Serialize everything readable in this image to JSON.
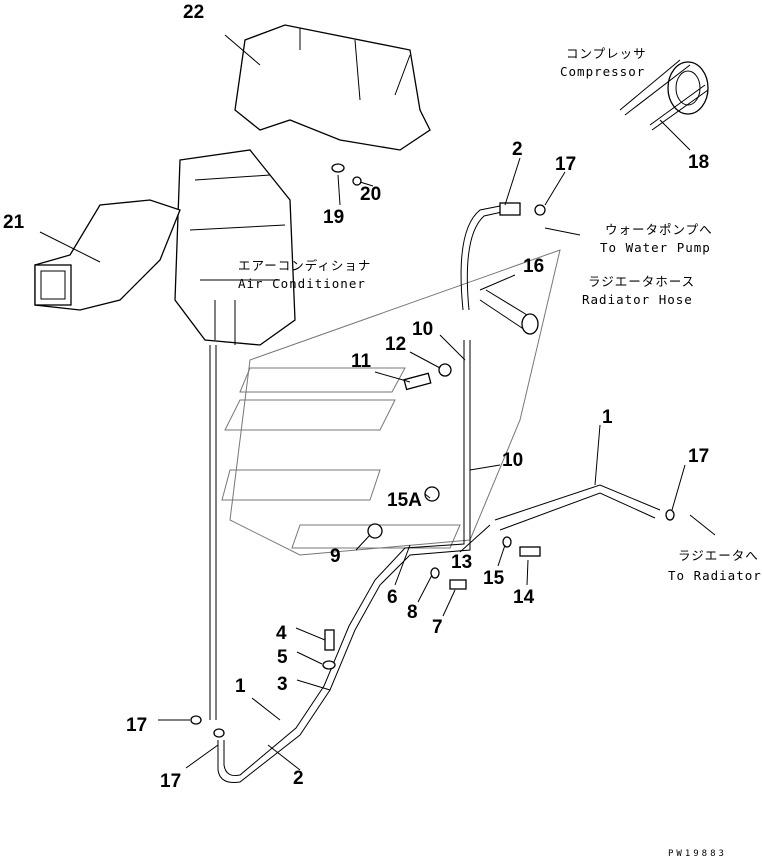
{
  "diagram": {
    "drawing_code": "PW19883",
    "callouts": {
      "c22": "22",
      "c21": "21",
      "c20": "20",
      "c19": "19",
      "c2a": "2",
      "c17a": "17",
      "c18": "18",
      "c16": "16",
      "c10a": "10",
      "c12": "12",
      "c11": "11",
      "c10b": "10",
      "c1a": "1",
      "c17b": "17",
      "c15A": "15A",
      "c9": "9",
      "c13": "13",
      "c6": "6",
      "c8": "8",
      "c7": "7",
      "c15": "15",
      "c14": "14",
      "c4": "4",
      "c5": "5",
      "c3": "3",
      "c1b": "1",
      "c17c": "17",
      "c17d": "17",
      "c2b": "2"
    },
    "labels": {
      "compressor_jp": "コンプレッサ",
      "compressor_en": "Compressor",
      "aircon_jp": "エアーコンディショナ",
      "aircon_en": "Air Conditioner",
      "water_pump_jp": "ウォータポンプへ",
      "water_pump_en": "To Water Pump",
      "radiator_hose_jp": "ラジエータホース",
      "radiator_hose_en": "Radiator Hose",
      "radiator_jp": "ラジエータへ",
      "radiator_en": "To Radiator"
    }
  }
}
